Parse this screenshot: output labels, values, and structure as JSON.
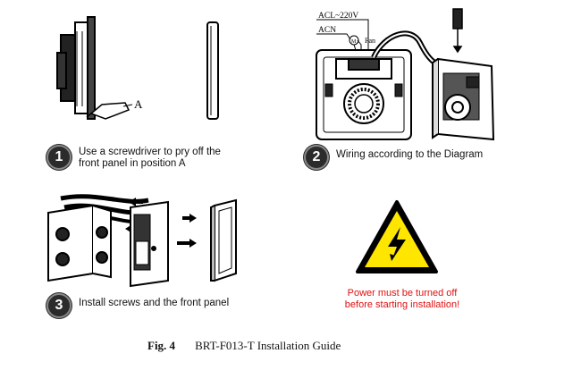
{
  "steps": [
    {
      "number": "1",
      "text": "Use a screwdriver to pry off the\nfront panel in position A"
    },
    {
      "number": "2",
      "text": "Wiring according to the Diagram"
    },
    {
      "number": "3",
      "text": "Install screws and the front panel"
    }
  ],
  "labels": {
    "position_a": "A",
    "acl": "ACL~220V",
    "acn": "ACN",
    "fan": "Fan",
    "motor": "M"
  },
  "warning": {
    "line1": "Power must be turned off",
    "line2": "before starting installation!"
  },
  "caption": {
    "fig": "Fig. 4",
    "title": "BRT-F013-T Installation Guide"
  },
  "colors": {
    "warning_yellow": "#ffe600",
    "warning_red": "#e01010"
  }
}
